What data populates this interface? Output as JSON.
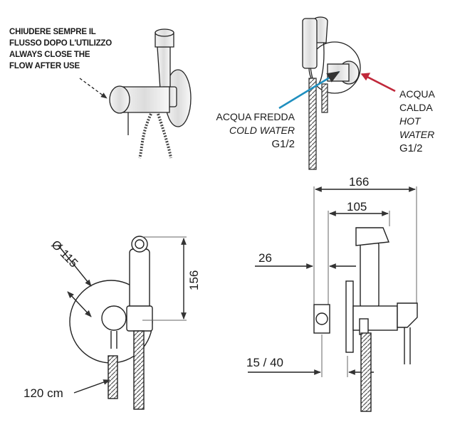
{
  "note": {
    "line1": "CHIUDERE SEMPRE IL",
    "line2": "FLUSSO DOPO L'UTILIZZO",
    "line3": "ALWAYS CLOSE THE",
    "line4": "FLOW AFTER USE"
  },
  "cold": {
    "it": "ACQUA FREDDA",
    "en": "COLD WATER",
    "thread": "G1/2",
    "color": "#1f8fbf"
  },
  "hot": {
    "it1": "ACQUA",
    "it2": "CALDA",
    "en1": "HOT",
    "en2": "WATER",
    "thread": "G1/2",
    "color": "#c0283a"
  },
  "dims": {
    "diameter": "Ø 115",
    "height": "156",
    "hose": "120 cm",
    "width_total": "166",
    "width_inner": "105",
    "depth": "26",
    "range": "15 / 40"
  }
}
